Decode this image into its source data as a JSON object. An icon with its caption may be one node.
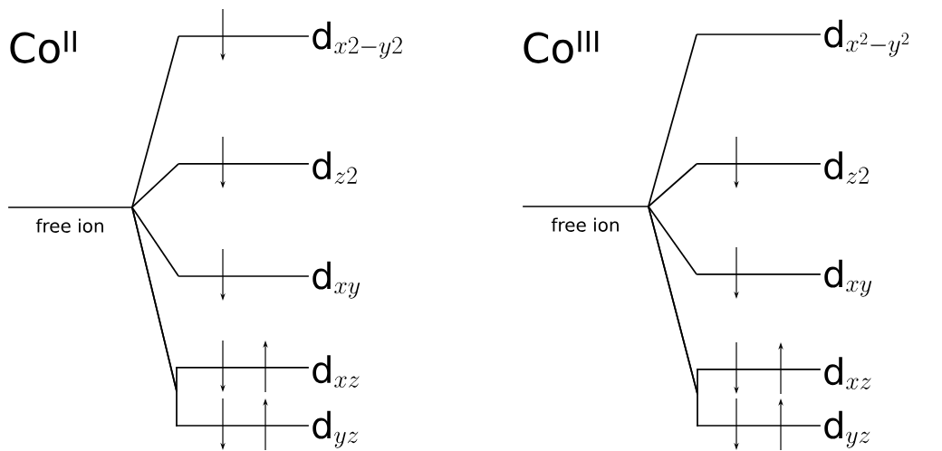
{
  "diagram": {
    "nodes": [
      {
        "text": [
          "free ion"
        ]
      },
      {
        "text": [
          "\\mathrm{d}_{x2-y2}"
        ]
      },
      {
        "text": [
          "\\mathrm{d}_{z2}"
        ]
      },
      {
        "text": [
          "\\mathrm{d}_{xy}"
        ]
      },
      {
        "text": [
          "\\mathrm{d}_{xz}"
        ]
      },
      {
        "text": [
          "\\mathrm{d}_{yz}"
        ]
      },
      {
        "text": [
          "free ion"
        ]
      },
      {
        "text": [
          "\\mathrm{d}_{x^2-y^2}"
        ]
      },
      {
        "text": [
          "\\mathrm{d}_{z2}"
        ]
      },
      {
        "text": [
          "\\mathrm{d}_{xy}"
        ]
      },
      {
        "text": [
          "\\mathrm{d}_{xz}"
        ]
      },
      {
        "text": [
          "\\mathrm{d}_{yz}"
        ]
      }
    ],
    "edges": [
      {
        "from": 0,
        "to": 1,
        "arrow": "none"
      },
      {
        "from": 0,
        "to": 2,
        "arrow": "none"
      },
      {
        "from": 0,
        "to": 3,
        "arrow": "none"
      },
      {
        "from": 0,
        "to": 4,
        "arrow": "none"
      },
      {
        "from": 0,
        "to": 5,
        "arrow": "none"
      },
      {
        "from": 6,
        "to": 7,
        "arrow": "none"
      },
      {
        "from": 6,
        "to": 8,
        "arrow": "none"
      },
      {
        "from": 6,
        "to": 9,
        "arrow": "none"
      },
      {
        "from": 6,
        "to": 10,
        "arrow": "none"
      },
      {
        "from": 6,
        "to": 11,
        "arrow": "none"
      }
    ],
    "labels": [
      "Co$^{II}$",
      "Co$^{III}$"
    ]
  }
}
